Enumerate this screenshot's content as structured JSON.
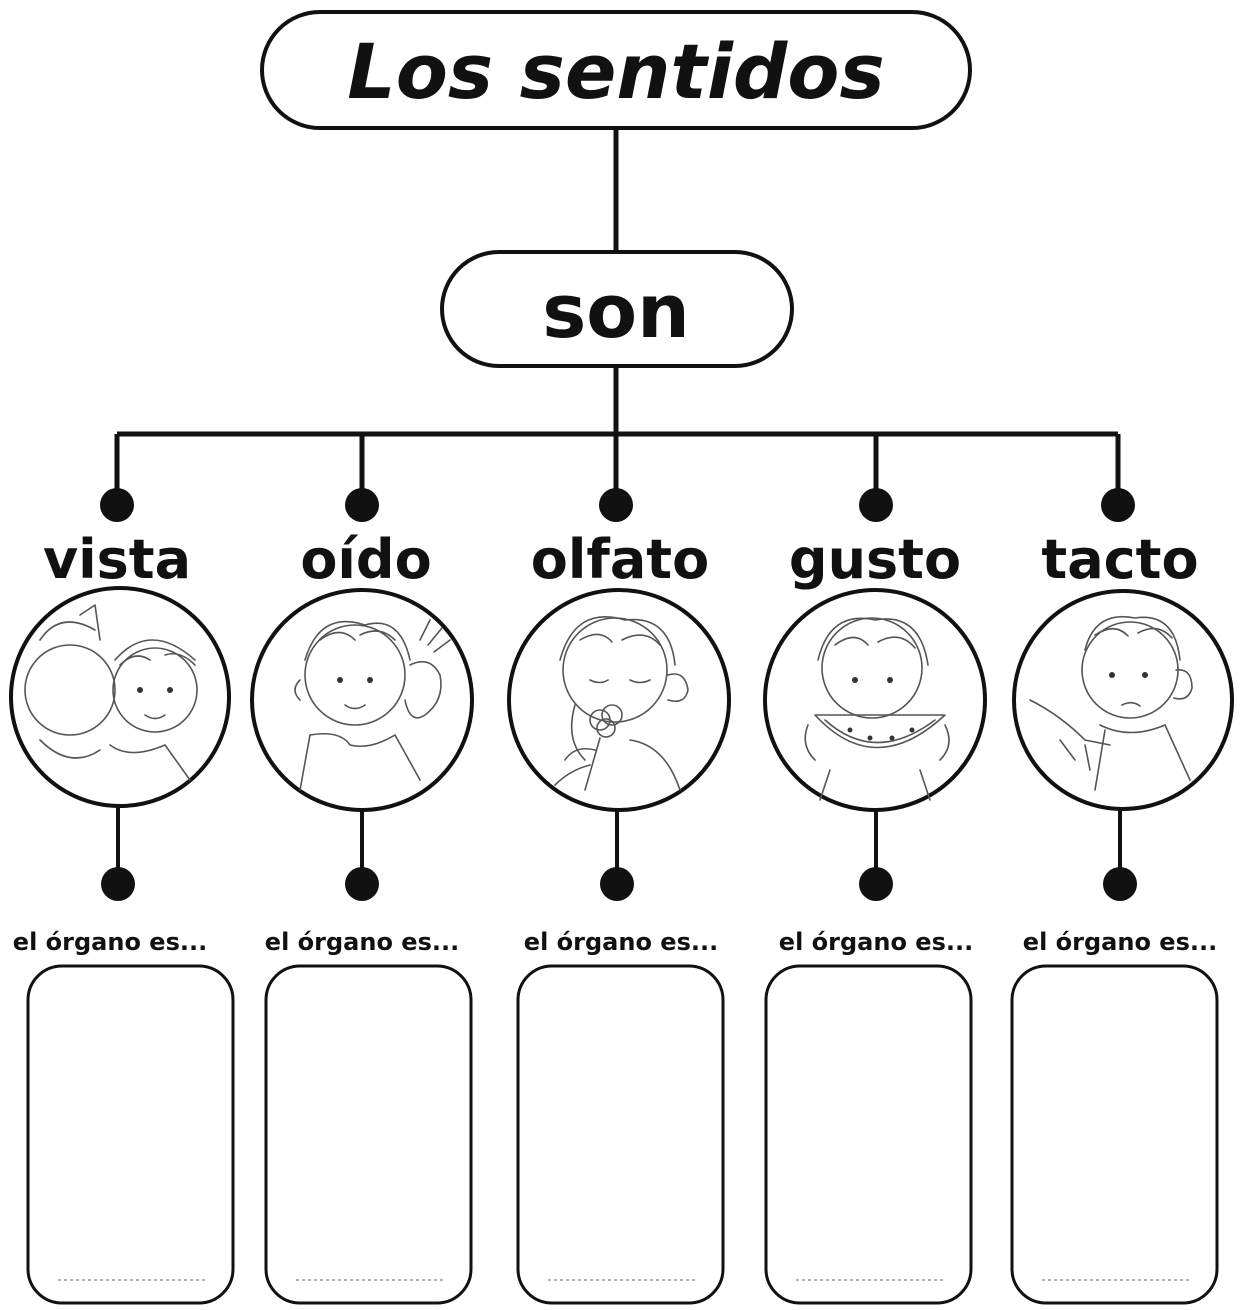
{
  "title": "Los sentidos",
  "connector_label": "son",
  "senses": [
    {
      "name": "vista",
      "organ_prompt": "el órgano es...",
      "illustration": "child-looking-image"
    },
    {
      "name": "oído",
      "organ_prompt": "el órgano es...",
      "illustration": "child-listening-image"
    },
    {
      "name": "olfato",
      "organ_prompt": "el órgano es...",
      "illustration": "child-smelling-flower-image"
    },
    {
      "name": "gusto",
      "organ_prompt": "el órgano es...",
      "illustration": "child-eating-watermelon-image"
    },
    {
      "name": "tacto",
      "organ_prompt": "el órgano es...",
      "illustration": "child-touching-image"
    }
  ],
  "colors": {
    "ink": "#111111",
    "paper": "#ffffff",
    "sketch": "#555555"
  }
}
